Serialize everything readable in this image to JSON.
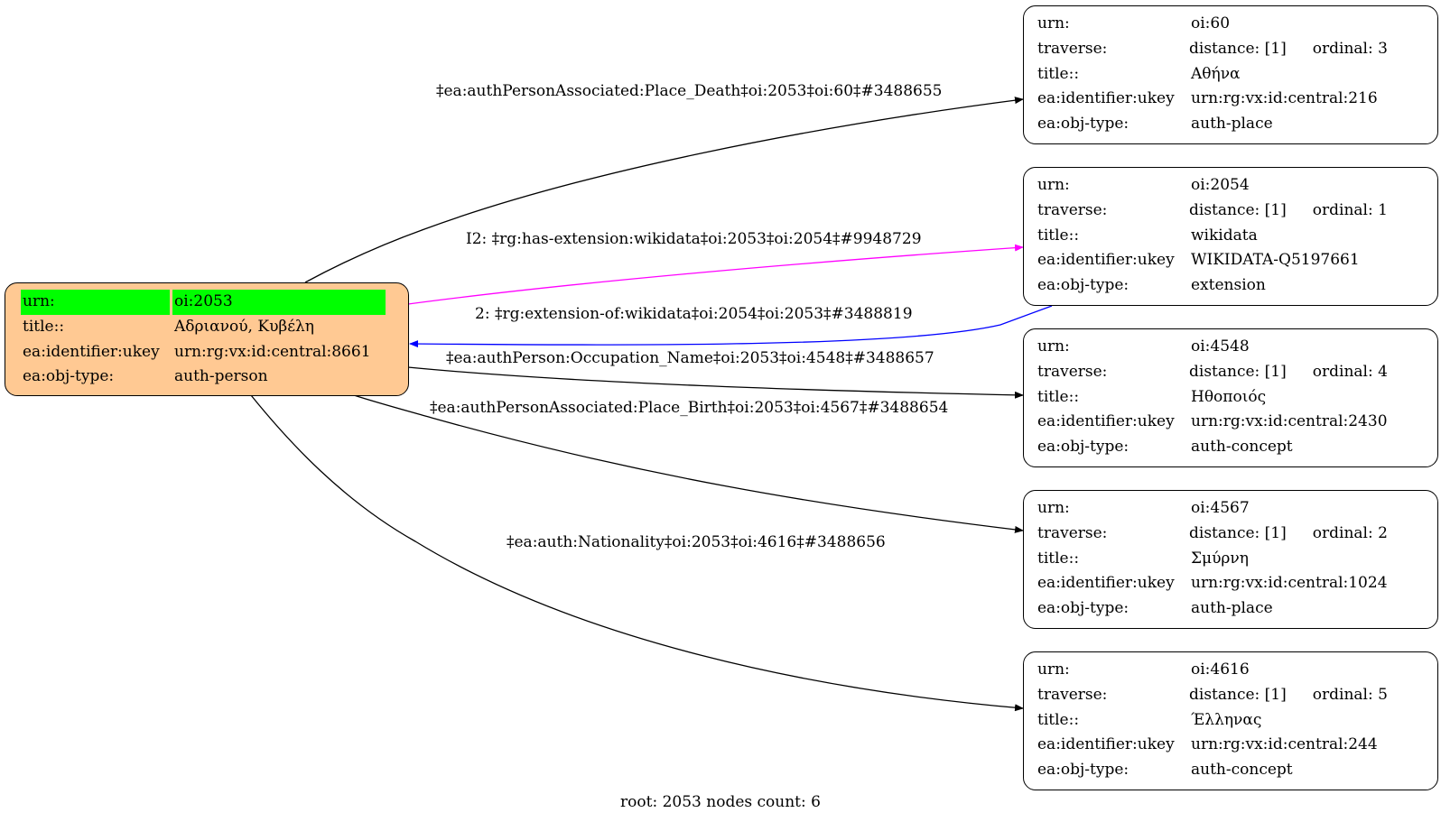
{
  "graph": {
    "footer": "root: 2053 nodes count: 6",
    "colors": {
      "root_fill": "#ffc993",
      "root_highlight": "#00ff00",
      "edge_default": "#000000",
      "edge_has_extension": "#ff00ff",
      "edge_extension_of": "#0000ff"
    },
    "root": {
      "rows": [
        {
          "key": "urn:",
          "value": "oi:2053"
        },
        {
          "key": "title::",
          "value": "Αδριανού, Κυβέλη"
        },
        {
          "key": "ea:identifier:ukey",
          "value": "urn:rg:vx:id:central:8661"
        },
        {
          "key": "ea:obj-type:",
          "value": "auth-person"
        }
      ]
    },
    "nodes": [
      {
        "urn": "oi:60",
        "distance": "distance: [1]",
        "ordinal": "ordinal: 3",
        "title": "Αθήνα",
        "ukey": "urn:rg:vx:id:central:216",
        "obj_type": "auth-place"
      },
      {
        "urn": "oi:2054",
        "distance": "distance: [1]",
        "ordinal": "ordinal: 1",
        "title": "wikidata",
        "ukey": "WIKIDATA-Q5197661",
        "obj_type": "extension"
      },
      {
        "urn": "oi:4548",
        "distance": "distance: [1]",
        "ordinal": "ordinal: 4",
        "title": "Ηθοποιός",
        "ukey": "urn:rg:vx:id:central:2430",
        "obj_type": "auth-concept"
      },
      {
        "urn": "oi:4567",
        "distance": "distance: [1]",
        "ordinal": "ordinal: 2",
        "title": "Σμύρνη",
        "ukey": "urn:rg:vx:id:central:1024",
        "obj_type": "auth-place"
      },
      {
        "urn": "oi:4616",
        "distance": "distance: [1]",
        "ordinal": "ordinal: 5",
        "title": "Έλληνας",
        "ukey": "urn:rg:vx:id:central:244",
        "obj_type": "auth-concept"
      }
    ],
    "row_keys": {
      "urn": "urn:",
      "traverse": "traverse:",
      "title": "title::",
      "ukey": "ea:identifier:ukey",
      "obj_type": "ea:obj-type:"
    },
    "edges": [
      {
        "label": "‡ea:authPersonAssociated:Place_Death‡oi:2053‡oi:60‡#3488655",
        "from": "oi:2053",
        "to": "oi:60",
        "color": "#000000"
      },
      {
        "label": "I2: ‡rg:has-extension:wikidata‡oi:2053‡oi:2054‡#9948729",
        "from": "oi:2053",
        "to": "oi:2054",
        "color": "#ff00ff"
      },
      {
        "label": "2: ‡rg:extension-of:wikidata‡oi:2054‡oi:2053‡#3488819",
        "from": "oi:2054",
        "to": "oi:2053",
        "color": "#0000ff"
      },
      {
        "label": "‡ea:authPerson:Occupation_Name‡oi:2053‡oi:4548‡#3488657",
        "from": "oi:2053",
        "to": "oi:4548",
        "color": "#000000"
      },
      {
        "label": "‡ea:authPersonAssociated:Place_Birth‡oi:2053‡oi:4567‡#3488654",
        "from": "oi:2053",
        "to": "oi:4567",
        "color": "#000000"
      },
      {
        "label": "‡ea:auth:Nationality‡oi:2053‡oi:4616‡#3488656",
        "from": "oi:2053",
        "to": "oi:4616",
        "color": "#000000"
      }
    ]
  }
}
